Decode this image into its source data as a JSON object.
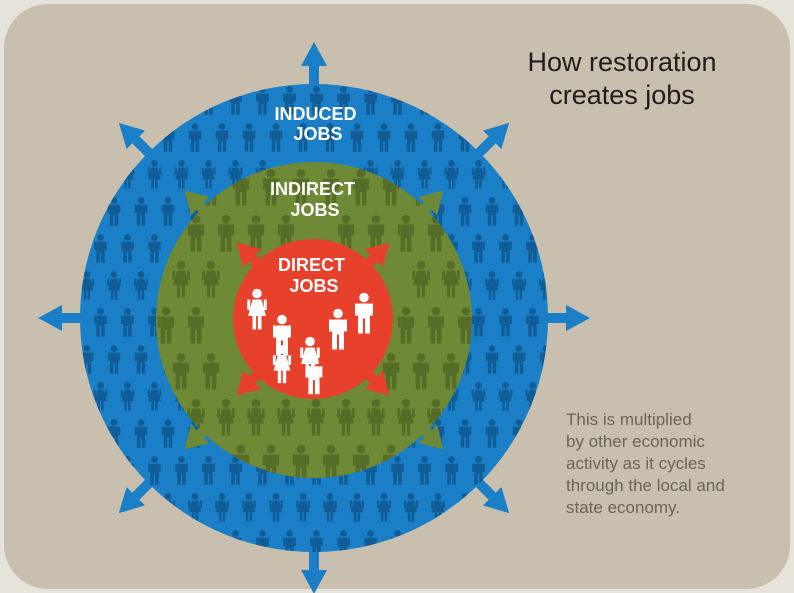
{
  "title": {
    "line1": "How restoration",
    "line2": "creates jobs"
  },
  "rings": {
    "induced": {
      "line1": "INDUCED",
      "line2": "JOBS"
    },
    "indirect": {
      "line1": "INDIRECT",
      "line2": "JOBS"
    },
    "direct": {
      "line1": "DIRECT",
      "line2": "JOBS"
    }
  },
  "note": {
    "lines": [
      "This is multiplied",
      "by other economic",
      "activity as it cycles",
      "through the local and",
      "state economy."
    ]
  },
  "colors": {
    "background": "#c8bfae",
    "induced_ring": "#1a7fc6",
    "induced_figures": "#0f5c96",
    "indirect_ring": "#6e8a36",
    "indirect_figures": "#566d27",
    "direct_ring": "#e8412b",
    "direct_figures": "#ffffff"
  },
  "icons": [
    "person-icon",
    "arrow-icon"
  ]
}
